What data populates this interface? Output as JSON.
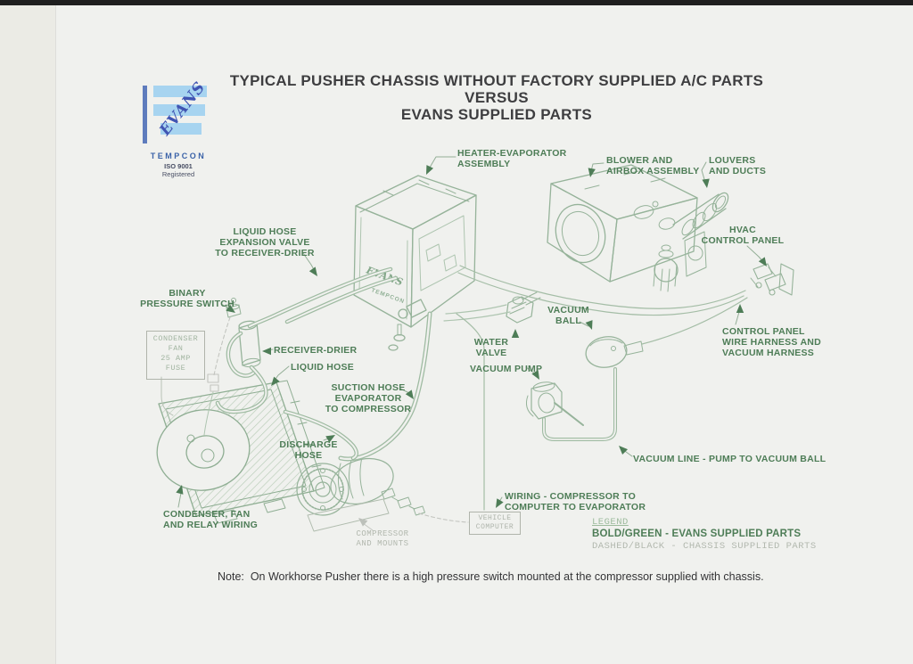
{
  "title": {
    "line1": "TYPICAL PUSHER CHASSIS WITHOUT FACTORY SUPPLIED A/C PARTS",
    "line2": "VERSUS",
    "line3": "EVANS SUPPLIED PARTS"
  },
  "logo": {
    "script": "EVANS",
    "company": "TEMPCON",
    "iso": "ISO 9001",
    "registered": "Registered"
  },
  "labels": {
    "heater_evaporator": "HEATER-EVAPORATOR\nASSEMBLY",
    "blower_airbox": "BLOWER AND\nAIRBOX ASSEMBLY",
    "louvers_ducts": "LOUVERS\nAND DUCTS",
    "hvac_control_panel": "HVAC\nCONTROL PANEL",
    "liquid_hose_expansion": "LIQUID HOSE\nEXPANSION VALVE\nTO RECEIVER-DRIER",
    "binary_pressure_switch": "BINARY\nPRESSURE SWITCH",
    "condenser_fuse": "CONDENSER\nFAN\n25 AMP\nFUSE",
    "receiver_drier": "RECEIVER-DRIER",
    "liquid_hose": "LIQUID HOSE",
    "suction_hose": "SUCTION HOSE\nEVAPORATOR\nTO COMPRESSOR",
    "discharge_hose": "DISCHARGE\nHOSE",
    "condenser_fan_wiring": "CONDENSER, FAN\nAND RELAY WIRING",
    "compressor_mounts": "COMPRESSOR\nAND MOUNTS",
    "vehicle_computer": "VEHICLE\nCOMPUTER",
    "wiring_compressor": "WIRING - COMPRESSOR TO\nCOMPUTER TO EVAPORATOR",
    "vacuum_ball": "VACUUM\nBALL",
    "water_valve": "WATER\nVALVE",
    "vacuum_pump": "VACUUM PUMP",
    "vacuum_line": "VACUUM LINE - PUMP TO VACUUM BALL",
    "control_panel_harness": "CONTROL PANEL\nWIRE HARNESS AND\nVACUUM HARNESS"
  },
  "diagram": {
    "unit_brand_script": "EVANS",
    "unit_brand_company": "TEMPCON"
  },
  "legend": {
    "heading": "LEGEND",
    "evans": "BOLD/GREEN - EVANS SUPPLIED PARTS",
    "chassis": "DASHED/BLACK - CHASSIS SUPPLIED PARTS"
  },
  "note": "Note:  On Workhorse Pusher there is a high pressure switch mounted at the compressor supplied with chassis.",
  "colors": {
    "evans_green_text": "#4e7d57",
    "diagram_line_green": "#9db9a0",
    "chassis_gray": "#b2b8ae",
    "logo_blue": "#5e7cbd",
    "logo_light_blue": "#a7d4f0",
    "logo_script_blue": "#4054b2",
    "paper": "#f0f1ee",
    "scanner_bar": "#1f1f1f"
  }
}
